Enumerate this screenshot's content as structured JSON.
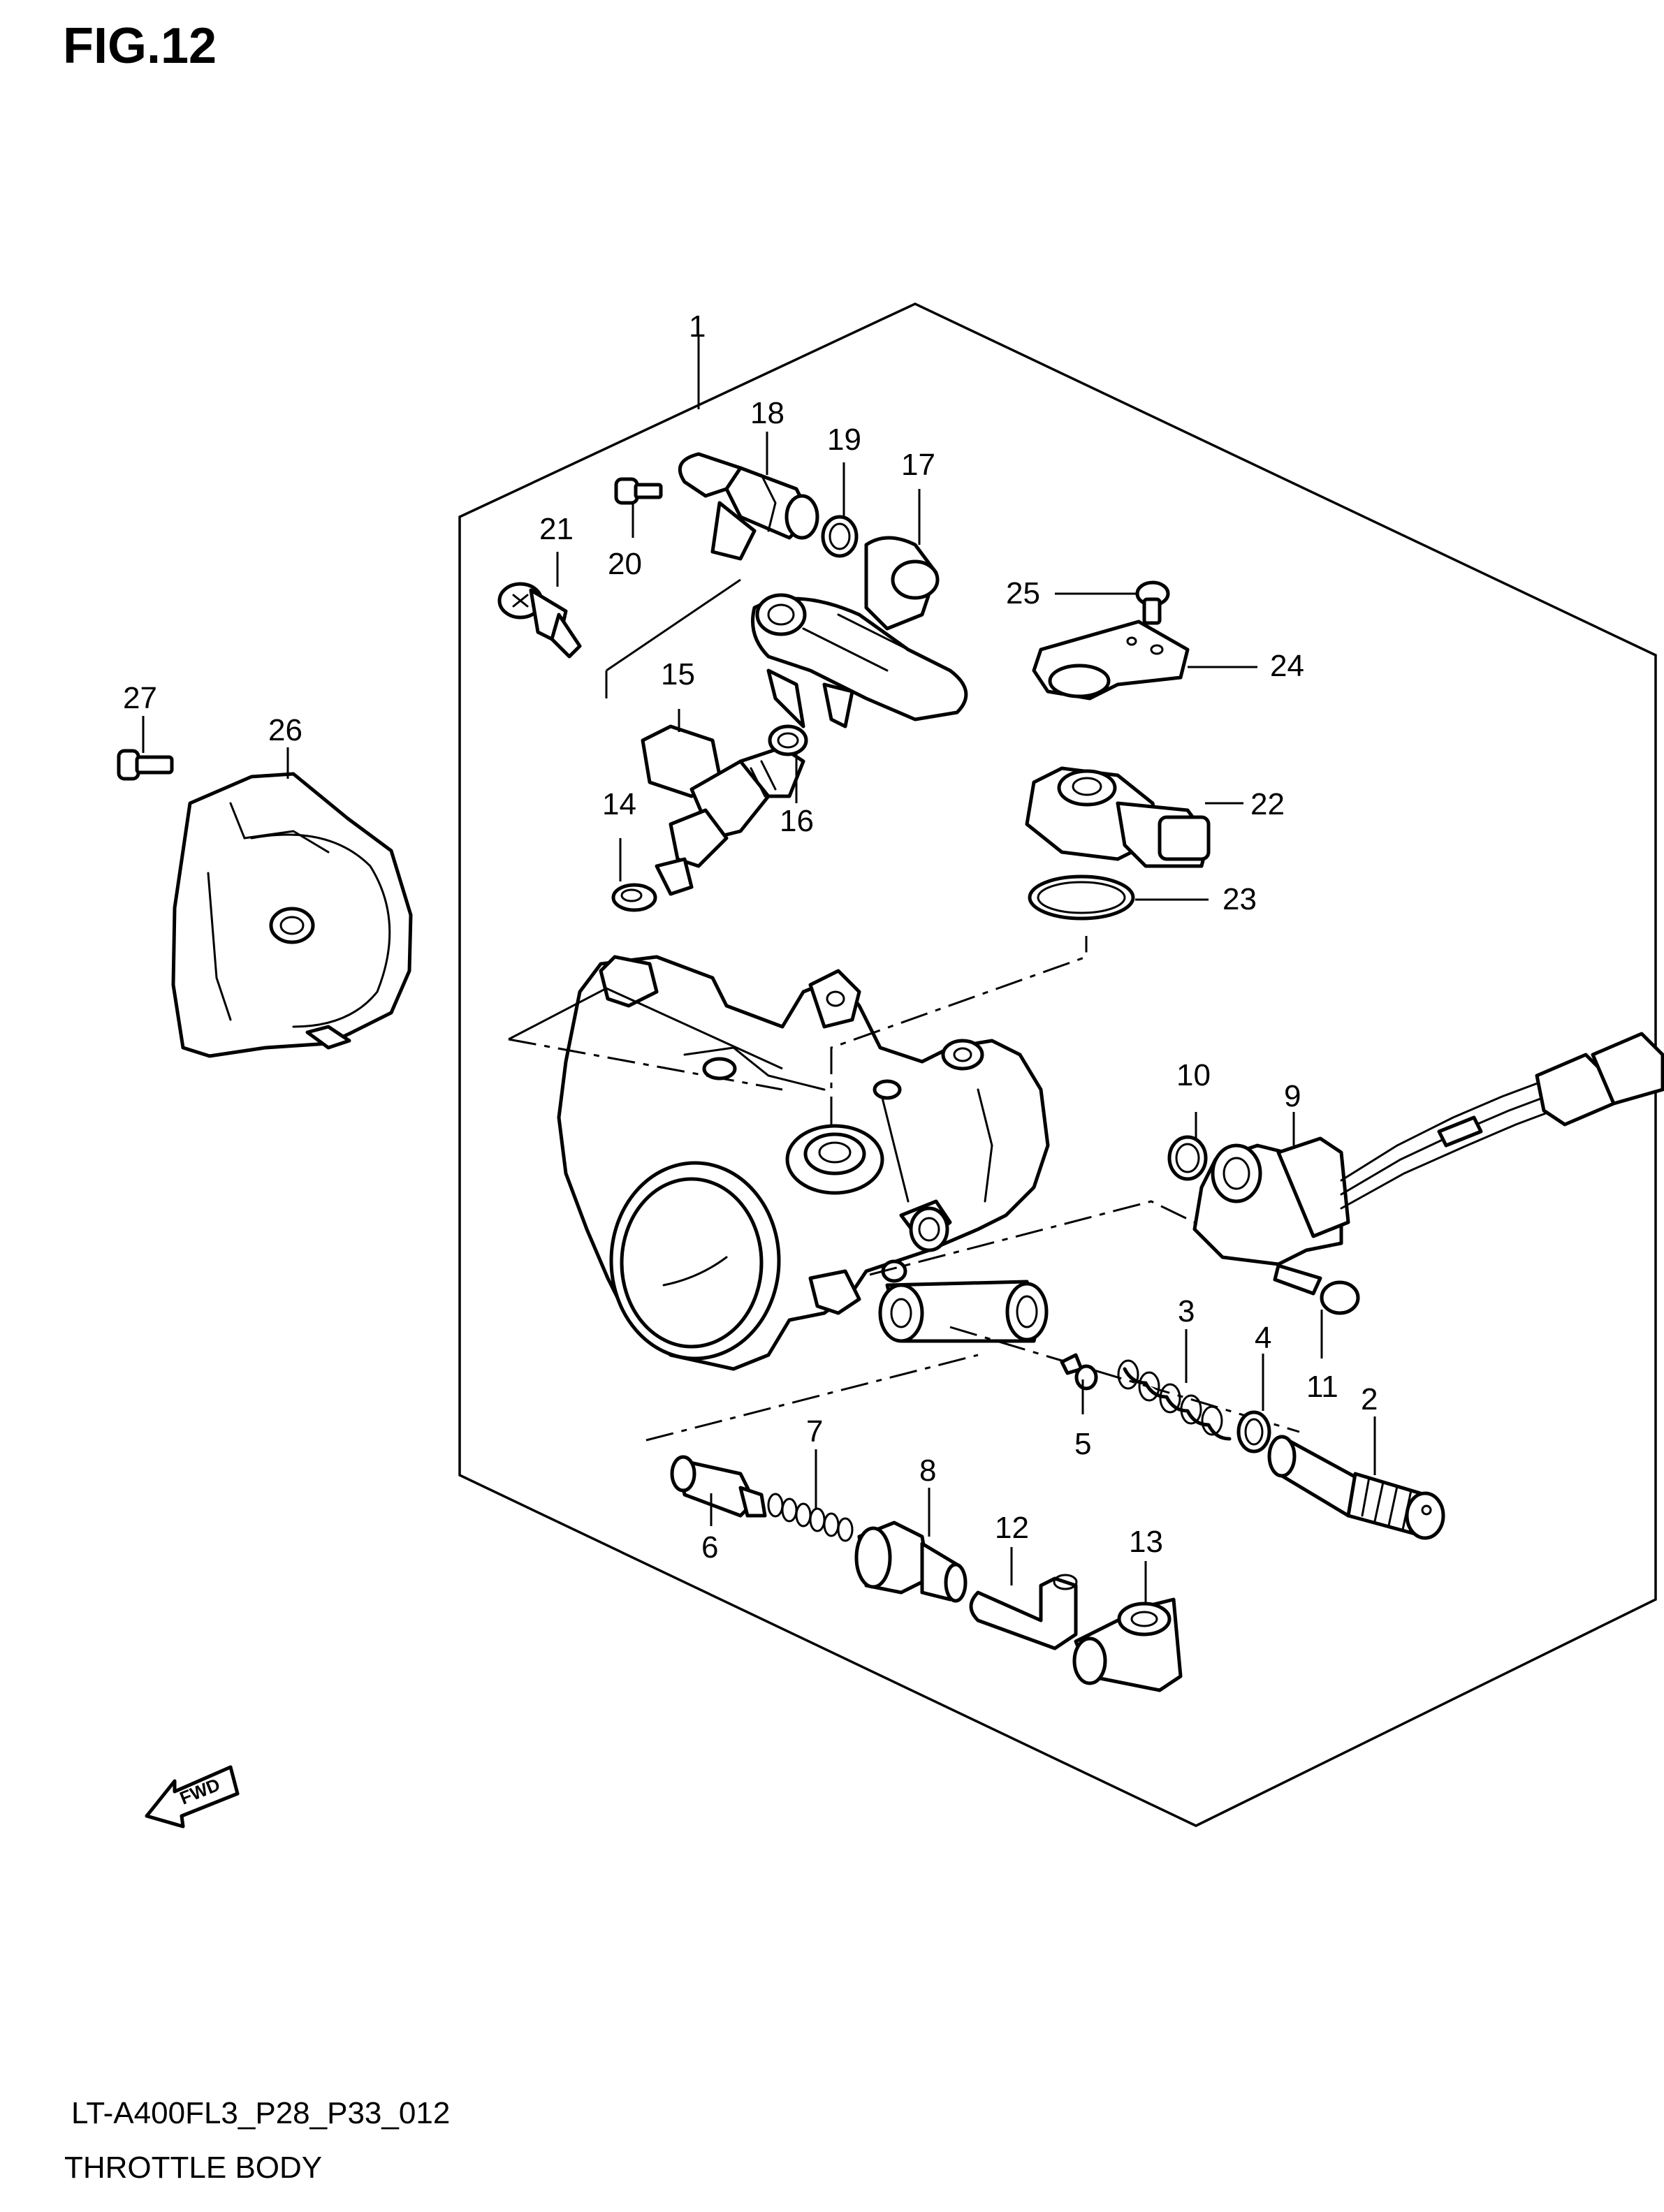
{
  "figure": {
    "title": "FIG.12",
    "model_code": "LT-A400FL3_P28_P33_012",
    "caption": "THROTTLE BODY",
    "fwd_label": "FWD"
  },
  "callouts": [
    {
      "num": "1",
      "part": "throttle-body-assembly"
    },
    {
      "num": "2",
      "part": "adjusting-screw"
    },
    {
      "num": "3",
      "part": "spring"
    },
    {
      "num": "4",
      "part": "o-ring"
    },
    {
      "num": "5",
      "part": "screw"
    },
    {
      "num": "6",
      "part": "plunger"
    },
    {
      "num": "7",
      "part": "spring"
    },
    {
      "num": "8",
      "part": "valve"
    },
    {
      "num": "9",
      "part": "throttle-position-sensor"
    },
    {
      "num": "10",
      "part": "o-ring"
    },
    {
      "num": "11",
      "part": "screw"
    },
    {
      "num": "12",
      "part": "hose"
    },
    {
      "num": "13",
      "part": "elbow-joint"
    },
    {
      "num": "14",
      "part": "cushion"
    },
    {
      "num": "15",
      "part": "fuel-injector"
    },
    {
      "num": "16",
      "part": "o-ring"
    },
    {
      "num": "17",
      "part": "fuel-delivery-pipe"
    },
    {
      "num": "18",
      "part": "pipe-joint"
    },
    {
      "num": "19",
      "part": "o-ring"
    },
    {
      "num": "20",
      "part": "screw"
    },
    {
      "num": "21",
      "part": "screw"
    },
    {
      "num": "22",
      "part": "sensor"
    },
    {
      "num": "23",
      "part": "o-ring"
    },
    {
      "num": "24",
      "part": "bracket"
    },
    {
      "num": "25",
      "part": "screw"
    },
    {
      "num": "26",
      "part": "cover"
    },
    {
      "num": "27",
      "part": "screw"
    }
  ]
}
